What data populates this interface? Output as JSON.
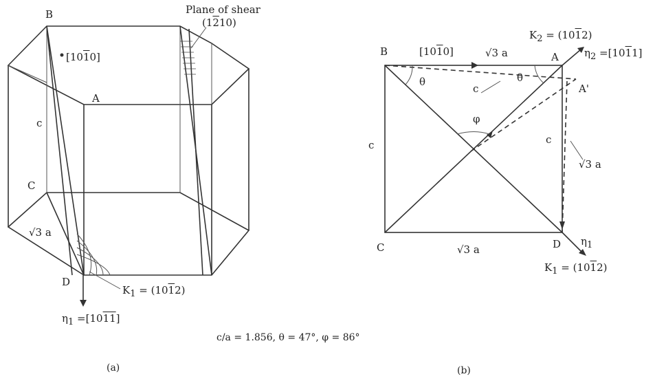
{
  "figure_a": {
    "caption": "(a)",
    "labels": {
      "B": "B",
      "A": "A",
      "C": "C",
      "D": "D",
      "c": "c",
      "sqrt3a": "√3 a",
      "direction": "[10",
      "direction_bar": "1",
      "direction_end": "0]",
      "plane_title": "Plane of shear",
      "plane_open": "(1",
      "plane_bar": "2",
      "plane_end": "10)",
      "k1_prefix": "K",
      "k1_sub": "1",
      "k1_eq": " = (10",
      "k1_bar": "1",
      "k1_end": "2)",
      "eta_sym": "η",
      "eta_sub": "1",
      "eta_eq": " =[10",
      "eta_bar": "11",
      "eta_end": "]"
    }
  },
  "figure_b": {
    "caption": "(b)",
    "labels": {
      "B": "B",
      "A": "A",
      "A_prime": "A'",
      "C": "C",
      "D": "D",
      "dir_open": "[10",
      "dir_bar": "1",
      "dir_end": "0]",
      "top_len": "√3 a",
      "bottom_len": "√3 a",
      "right_len": "√3 a",
      "c_left": "c",
      "c_diag": "c",
      "c_right": "c",
      "theta_left": "θ",
      "theta_right": "θ",
      "phi": "φ",
      "k2_prefix": "K",
      "k2_sub": "2",
      "k2_eq": " = (10",
      "k2_bar": "1",
      "k2_end": "2)",
      "eta2_sym": "η",
      "eta2_sub": "2",
      "eta2_eq": " =[10",
      "eta2_bar": "1",
      "eta2_end": "1]",
      "k1_prefix": "K",
      "k1_sub": "1",
      "k1_eq": " = (10",
      "k1_bar": "1",
      "k1_end": "2)",
      "eta1_sym": "η",
      "eta1_sub": "1"
    }
  },
  "footer": {
    "equation": "c/a = 1.856, θ = 47°, φ = 86°"
  }
}
